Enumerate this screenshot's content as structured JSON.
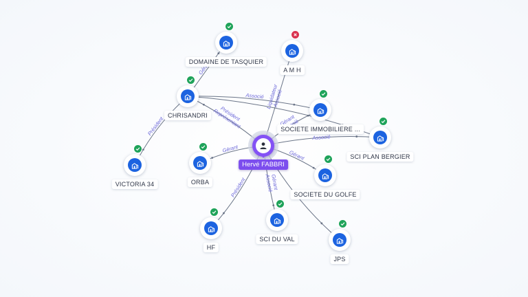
{
  "colors": {
    "accent_person": "#8452f5",
    "company_icon": "#1c63e0",
    "status_active": "#1fa35a",
    "status_closed": "#d93350",
    "edge_label": "#6b67d9",
    "edge_line": "#6a7487"
  },
  "center": {
    "id": "herve",
    "label": "Hervé FABBRI",
    "icon": "person-icon"
  },
  "nodes": [
    {
      "id": "domaine",
      "label": "DOMAINE DE TASQUIER",
      "icon": "building-icon",
      "status": "active"
    },
    {
      "id": "amh",
      "label": "A M H",
      "icon": "building-icon",
      "status": "closed"
    },
    {
      "id": "chrisandri",
      "label": "CHRISANDRI",
      "icon": "building-icon",
      "status": "active"
    },
    {
      "id": "soc_immo",
      "label": "SOCIETE IMMOBILIERE ...",
      "icon": "building-icon",
      "status": "active"
    },
    {
      "id": "sci_plan",
      "label": "SCI PLAN BERGIER",
      "icon": "building-icon",
      "status": "active"
    },
    {
      "id": "victoria",
      "label": "VICTORIA 34",
      "icon": "building-icon",
      "status": "active"
    },
    {
      "id": "orba",
      "label": "ORBA",
      "icon": "building-icon",
      "status": "active"
    },
    {
      "id": "soc_golfe",
      "label": "SOCIETE DU GOLFE",
      "icon": "building-icon",
      "status": "active"
    },
    {
      "id": "hf",
      "label": "HF",
      "icon": "building-icon",
      "status": "active"
    },
    {
      "id": "sci_val",
      "label": "SCI DU VAL",
      "icon": "building-icon",
      "status": "active"
    },
    {
      "id": "jps",
      "label": "JPS",
      "icon": "building-icon",
      "status": "active"
    }
  ],
  "edges": [
    {
      "from": "chrisandri",
      "to": "domaine",
      "labels": [
        "Gérant"
      ]
    },
    {
      "from": "chrisandri",
      "to": "victoria",
      "labels": [
        "Président"
      ]
    },
    {
      "from": "chrisandri",
      "to": "soc_immo",
      "labels": [
        "Associé"
      ]
    },
    {
      "from": "chrisandri",
      "to": "sci_plan",
      "labels": []
    },
    {
      "from": "herve",
      "to": "chrisandri",
      "labels": [
        "Président",
        "Représentant"
      ]
    },
    {
      "from": "herve",
      "to": "amh",
      "labels": [
        "Liquidateur",
        "Associé"
      ]
    },
    {
      "from": "herve",
      "to": "soc_immo",
      "labels": [
        "Gérant",
        "Associé"
      ]
    },
    {
      "from": "herve",
      "to": "sci_plan",
      "labels": [
        "Gérant",
        "Associé"
      ]
    },
    {
      "from": "herve",
      "to": "orba",
      "labels": [
        "Gérant"
      ]
    },
    {
      "from": "herve",
      "to": "soc_golfe",
      "labels": [
        "Gérant"
      ]
    },
    {
      "from": "herve",
      "to": "hf",
      "labels": [
        "Président"
      ]
    },
    {
      "from": "herve",
      "to": "sci_val",
      "labels": [
        "Gérant",
        "Associé"
      ]
    },
    {
      "from": "herve",
      "to": "jps",
      "labels": []
    }
  ]
}
